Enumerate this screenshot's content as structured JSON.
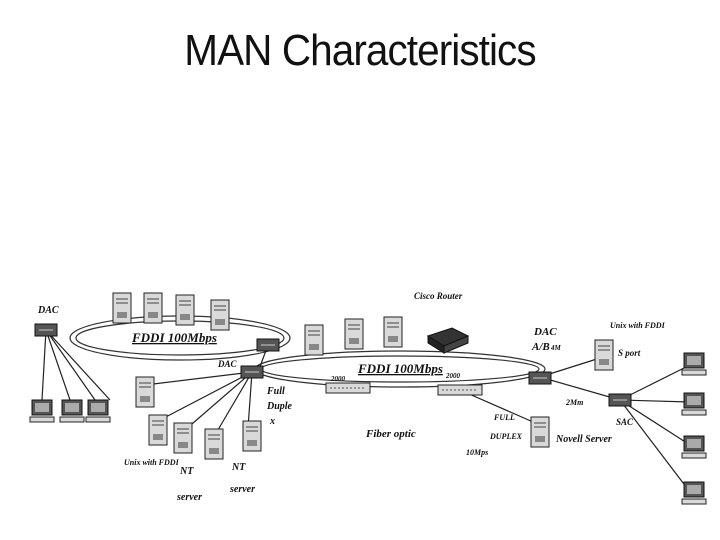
{
  "title": "MAN Characteristics",
  "labels": {
    "dac_left": "DAC",
    "fddi_ring_left": "FDDI 100Mbps",
    "dac_mid": "DAC",
    "cisco_router": "Cisco Router",
    "dac_ab_line1": "DAC",
    "dac_ab_line2": "A/B",
    "dac_ab_suffix": "4M",
    "unix_fddi_right": "Unix with FDDI",
    "s_port": "S port",
    "fddi_ring_main": "FDDI 100Mbps",
    "full_duple_line1": "Full",
    "full_duple_line2": "Duple",
    "full_duple_line3": "x",
    "switch_label_1": "2000",
    "switch_label_2": "2000",
    "fiber_optic": "Fiber optic",
    "full_duplex_line1": "FULL",
    "full_duplex_line2": "DUPLEX",
    "novell_server": "Novell Server",
    "speed_2m": "2Mm",
    "sac": "SAC",
    "unix_fddi_left": "Unix with FDDI",
    "nt_server_1_line1": "NT",
    "nt_server_1_line2": "server",
    "nt_server_2_line1": "NT",
    "nt_server_2_line2": "server",
    "speed_10m": "10Mps"
  }
}
